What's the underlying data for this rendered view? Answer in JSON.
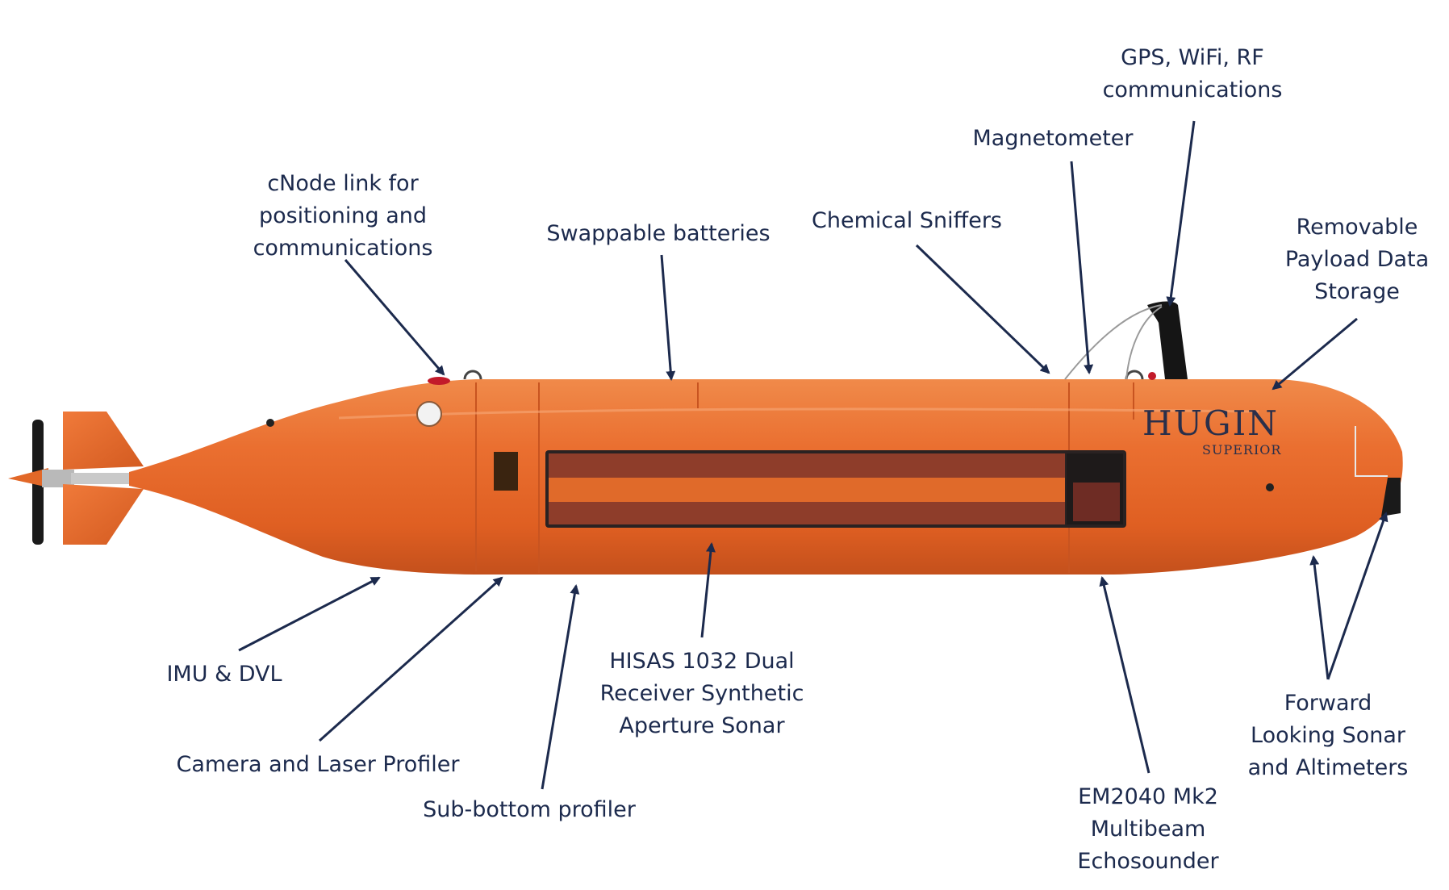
{
  "brand": {
    "logo": "HUGIN",
    "model": "SUPERIOR"
  },
  "labels": {
    "gps": [
      "GPS, WiFi, RF",
      "communications"
    ],
    "magnetometer": [
      "Magnetometer"
    ],
    "cnode": [
      "cNode link for",
      "positioning and",
      "communications"
    ],
    "batteries": [
      "Swappable batteries"
    ],
    "sniffers": [
      "Chemical Sniffers"
    ],
    "storage": [
      "Removable",
      "Payload Data",
      "Storage"
    ],
    "imu": [
      "IMU & DVL"
    ],
    "camera": [
      "Camera and Laser Profiler"
    ],
    "subbottom": [
      "Sub-bottom profiler"
    ],
    "hisas": [
      "HISAS 1032 Dual",
      "Receiver Synthetic",
      "Aperture Sonar"
    ],
    "em2040": [
      "EM2040 Mk2",
      "Multibeam",
      "Echosounder"
    ],
    "forward": [
      "Forward",
      "Looking Sonar",
      "and Altimeters"
    ]
  },
  "colors": {
    "hull": "#e8662a",
    "hull_dark": "#c84f1c",
    "sonar_panel": "#8a3a2a",
    "label": "#1c2a4d",
    "arrow": "#1c2a4d"
  }
}
